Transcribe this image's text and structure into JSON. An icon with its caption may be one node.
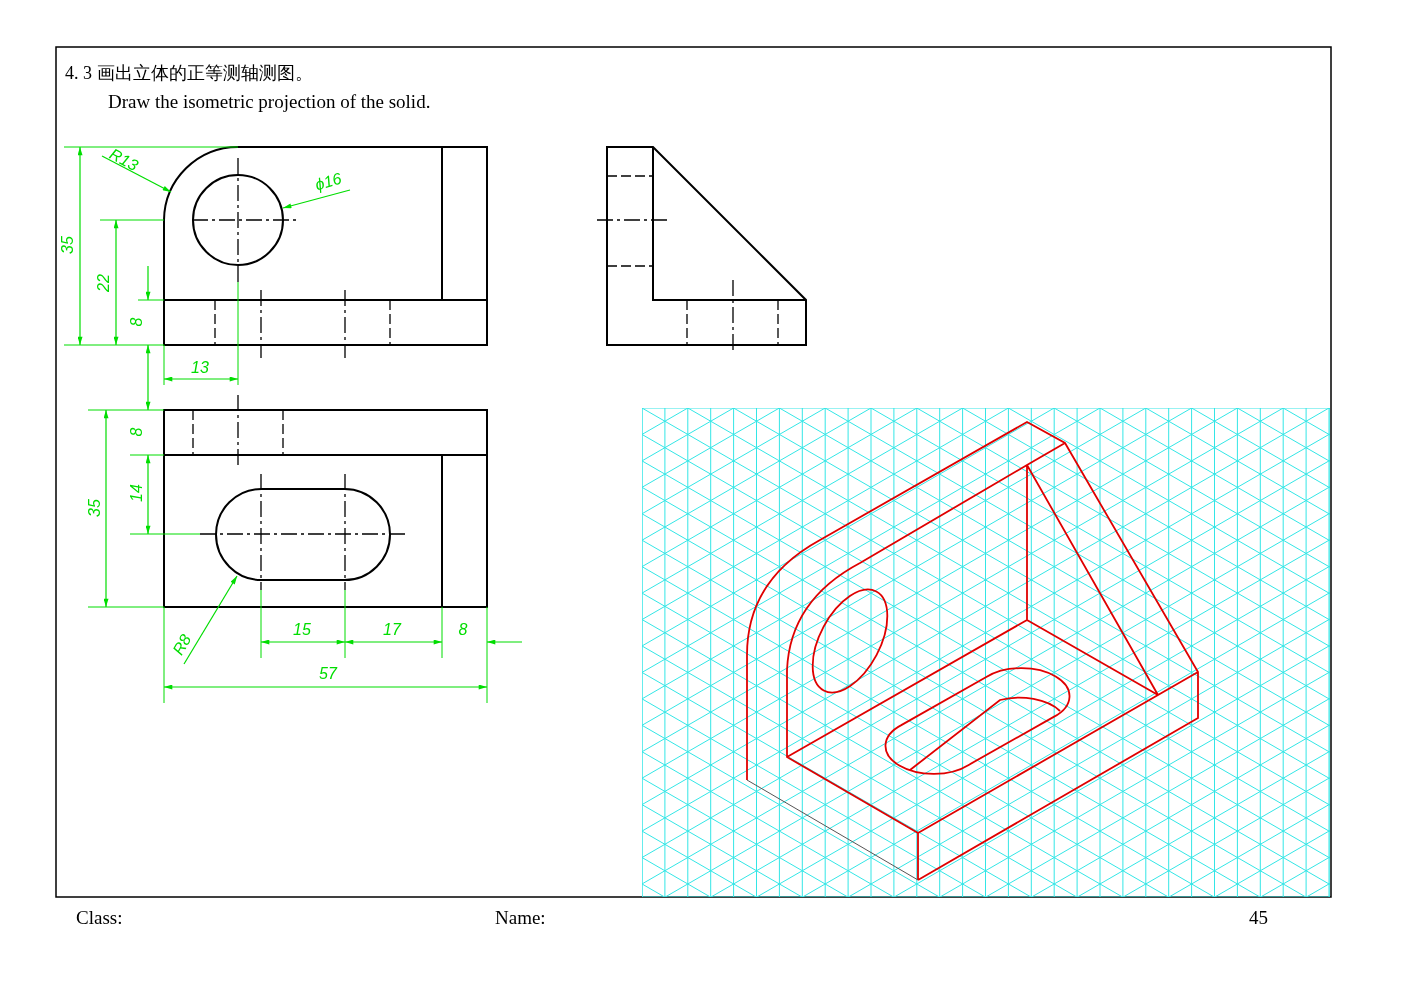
{
  "diagram": {
    "title": "4. 3  画出立体的正等测轴测图。",
    "labels": [
      "Draw the isometric projection of the solid.",
      "R13",
      "ϕ16",
      "35",
      "22",
      "8",
      "13",
      "8",
      "14",
      "35",
      "R8",
      "15",
      "17",
      "8",
      "57",
      "Class:",
      "Name:",
      "45"
    ]
  }
}
